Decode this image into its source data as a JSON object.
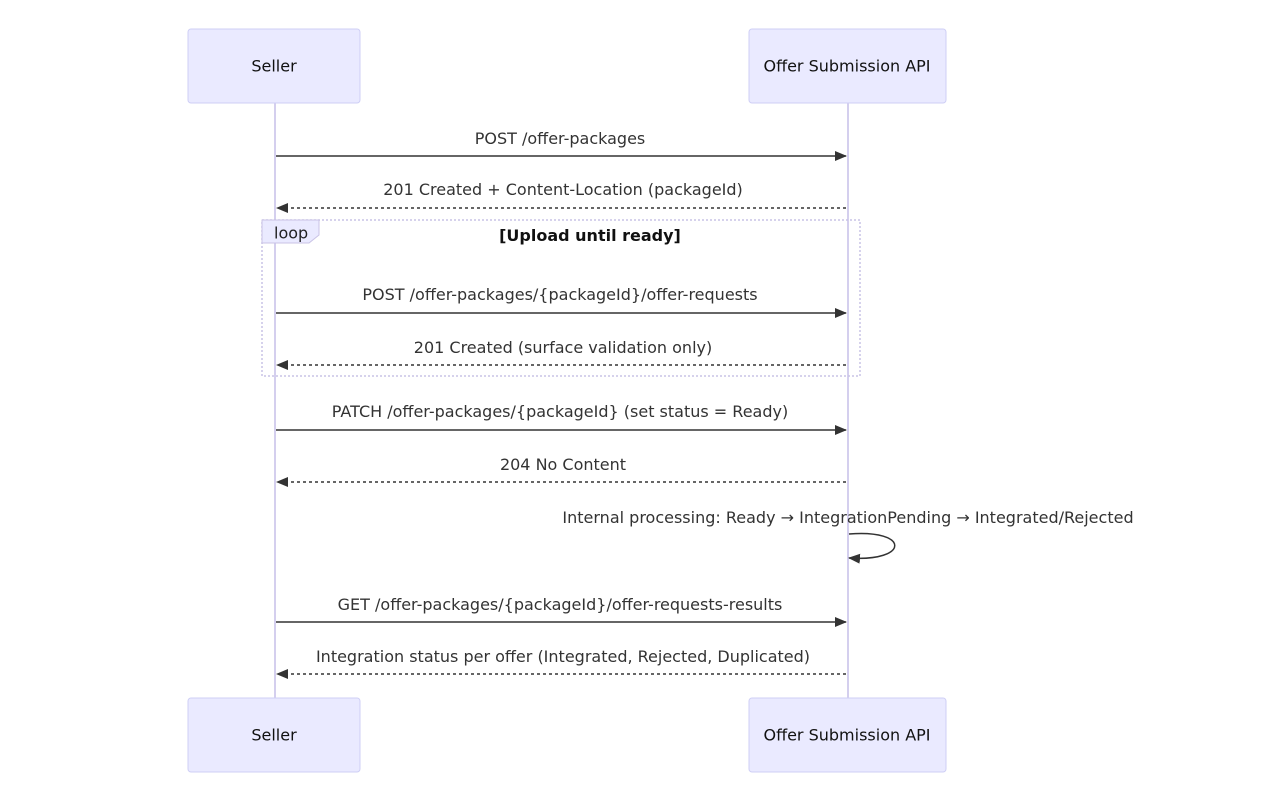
{
  "participants": {
    "seller": "Seller",
    "api": "Offer Submission API"
  },
  "loop": {
    "keyword": "loop",
    "condition": "[Upload until ready]"
  },
  "messages": [
    {
      "text": "POST /offer-packages",
      "from": "seller",
      "to": "api",
      "style": "solid"
    },
    {
      "text": "201 Created + Content-Location (packageId)",
      "from": "api",
      "to": "seller",
      "style": "dashed"
    },
    {
      "text": "POST /offer-packages/{packageId}/offer-requests",
      "from": "seller",
      "to": "api",
      "style": "solid"
    },
    {
      "text": "201 Created (surface validation only)",
      "from": "api",
      "to": "seller",
      "style": "dashed"
    },
    {
      "text": "PATCH /offer-packages/{packageId} (set status = Ready)",
      "from": "seller",
      "to": "api",
      "style": "solid"
    },
    {
      "text": "204 No Content",
      "from": "api",
      "to": "seller",
      "style": "dashed"
    },
    {
      "text": "Internal processing: Ready → IntegrationPending → Integrated/Rejected",
      "from": "api",
      "to": "api",
      "style": "solid"
    },
    {
      "text": "GET /offer-packages/{packageId}/offer-requests-results",
      "from": "seller",
      "to": "api",
      "style": "solid"
    },
    {
      "text": "Integration status per offer (Integrated, Rejected, Duplicated)",
      "from": "api",
      "to": "seller",
      "style": "dashed"
    }
  ]
}
